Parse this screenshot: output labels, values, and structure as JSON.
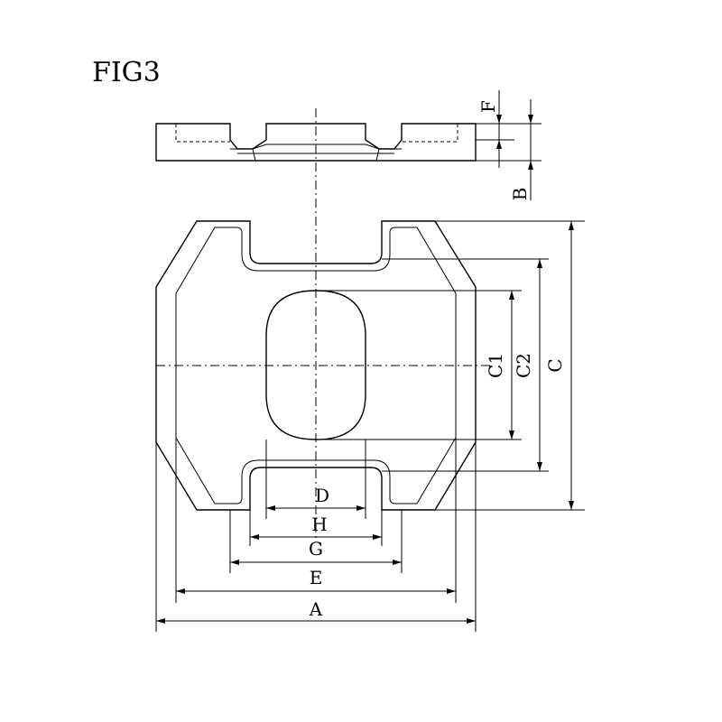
{
  "figure": {
    "title": "FIG3"
  },
  "labels": {
    "A": "A",
    "B": "B",
    "C": "C",
    "C1": "C1",
    "C2": "C2",
    "D": "D",
    "E": "E",
    "F": "F",
    "G": "G",
    "H": "H"
  }
}
